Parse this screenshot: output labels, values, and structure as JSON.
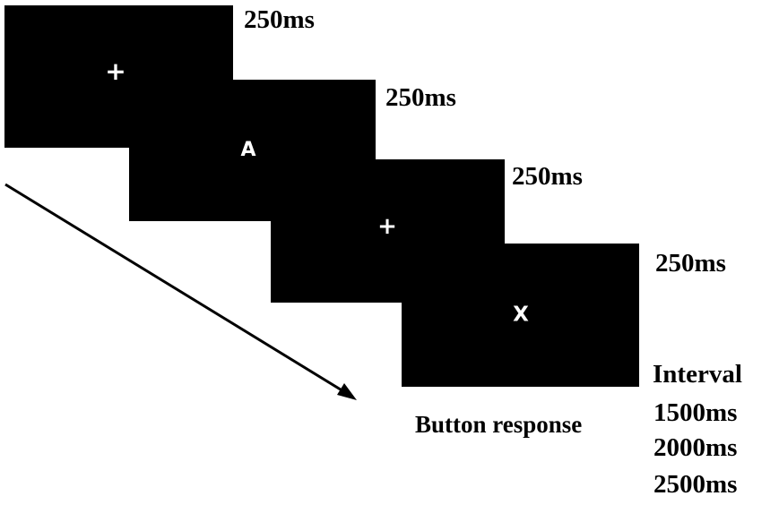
{
  "frames": [
    {
      "stimulus": "+",
      "duration": "250ms"
    },
    {
      "stimulus": "A",
      "duration": "250ms"
    },
    {
      "stimulus": "+",
      "duration": "250ms"
    },
    {
      "stimulus": "X",
      "duration": "250ms"
    }
  ],
  "response_label": "Button response",
  "interval": {
    "label": "Interval",
    "values": [
      "1500ms",
      "2000ms",
      "2500ms"
    ]
  },
  "colors": {
    "screen": "#000000",
    "stimulus": "#ffffff",
    "text": "#000000"
  }
}
